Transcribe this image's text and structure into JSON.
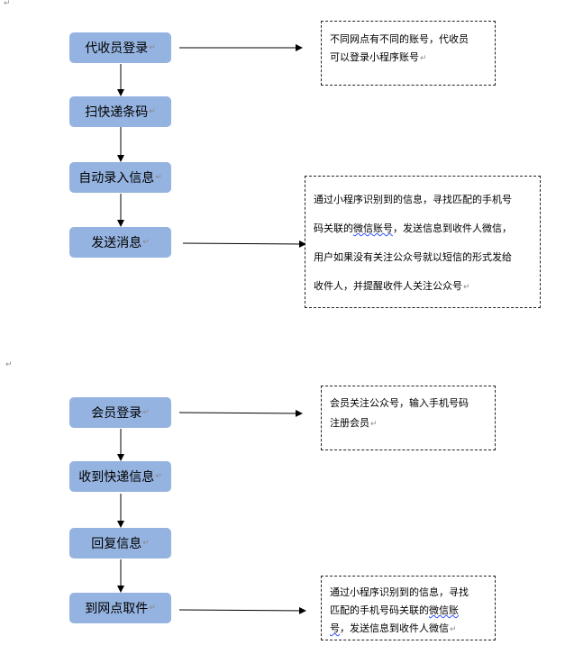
{
  "paragraph_mark": "↵",
  "diagram_top": {
    "steps": [
      {
        "label": "代收员登录"
      },
      {
        "label": "扫快递条码"
      },
      {
        "label": "自动录入信息"
      },
      {
        "label": "发送消息"
      }
    ],
    "note_login": {
      "lines": [
        "不同网点有不同的账号，代收员",
        "可以登录小程序账号"
      ]
    },
    "note_send": {
      "lines": [
        "通过小程序识别到的信息，寻找匹配的手机号",
        {
          "before": "码关联的",
          "underlined": "微信账号",
          "after": "，发送信息到收件人微信，"
        },
        "用户如果没有关注公众号就以短信的形式发给",
        "收件人，并提醒收件人关注公众号"
      ]
    }
  },
  "diagram_bottom": {
    "steps": [
      {
        "label": "会员登录"
      },
      {
        "label": "收到快递信息"
      },
      {
        "label": "回复信息"
      },
      {
        "label": "到网点取件"
      }
    ],
    "note_register": {
      "lines": [
        "会员关注公众号，输入手机号码",
        "注册会员"
      ]
    },
    "note_pickup": {
      "lines": [
        "通过小程序识别到的信息，寻找",
        {
          "before": "匹配的手机号码关联的",
          "underlined": "微信账",
          "after": ""
        },
        {
          "before": "",
          "underlined": "号",
          "after": "，发送信息到收件人微信"
        }
      ]
    }
  }
}
